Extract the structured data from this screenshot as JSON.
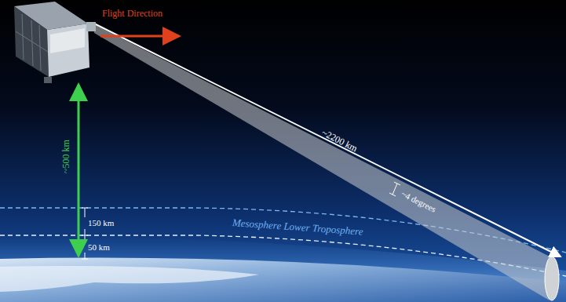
{
  "diagram": {
    "labels": [
      "Flight Direction",
      "~500 km",
      "150 km",
      "50 km",
      "Mesosphere Lower Troposphere",
      "~2200 km",
      "~4 degrees"
    ]
  }
}
